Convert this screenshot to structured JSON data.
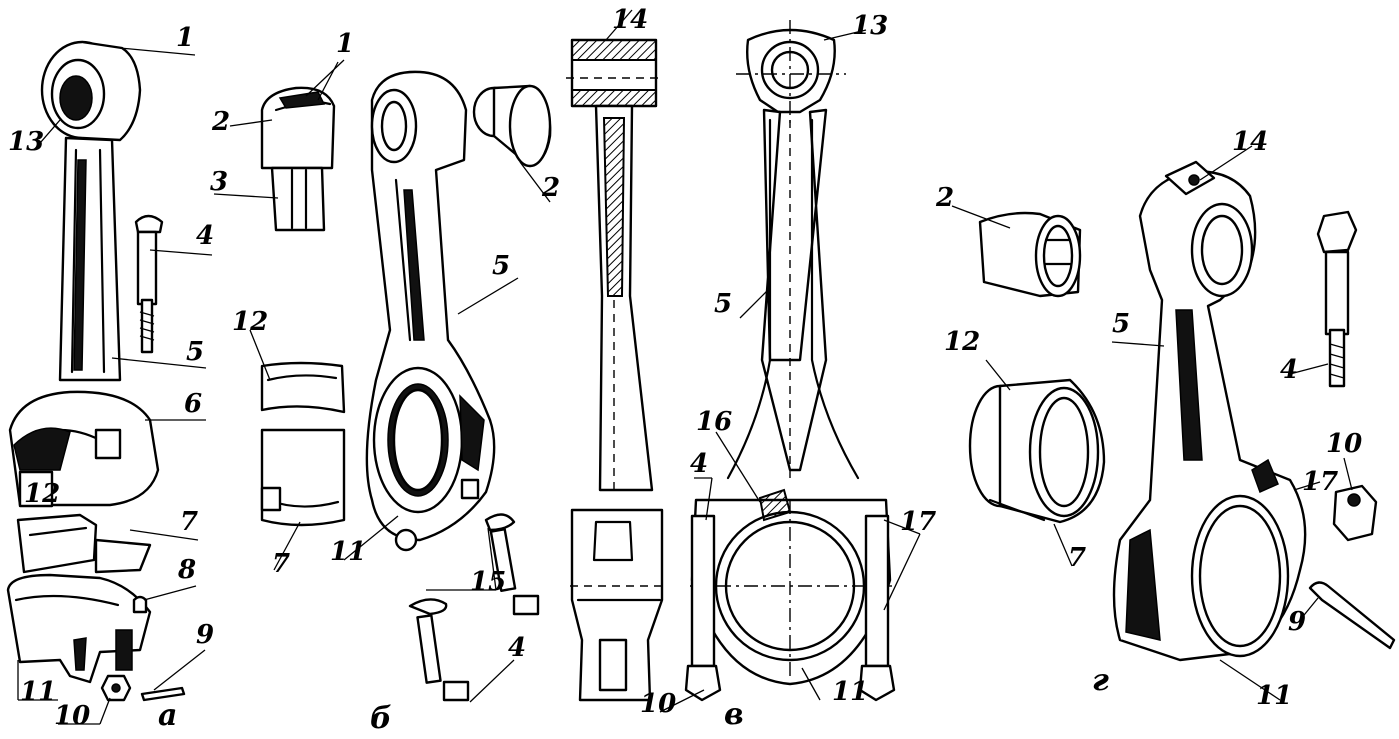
{
  "panels": [
    {
      "id": "a",
      "label": "а"
    },
    {
      "id": "b",
      "label": "б"
    },
    {
      "id": "v",
      "label": "в"
    },
    {
      "id": "g",
      "label": "г"
    }
  ],
  "callouts": {
    "a": [
      "1",
      "13",
      "4",
      "5",
      "6",
      "12",
      "7",
      "8",
      "9",
      "11",
      "10"
    ],
    "b_parts": [
      "1",
      "2",
      "3",
      "12",
      "7"
    ],
    "b": [
      "2",
      "5",
      "11",
      "15",
      "4"
    ],
    "v": [
      "14",
      "13",
      "5",
      "16",
      "4",
      "17",
      "10",
      "11"
    ],
    "g": [
      "14",
      "2",
      "4",
      "12",
      "5",
      "10",
      "17",
      "7",
      "9",
      "11"
    ]
  }
}
